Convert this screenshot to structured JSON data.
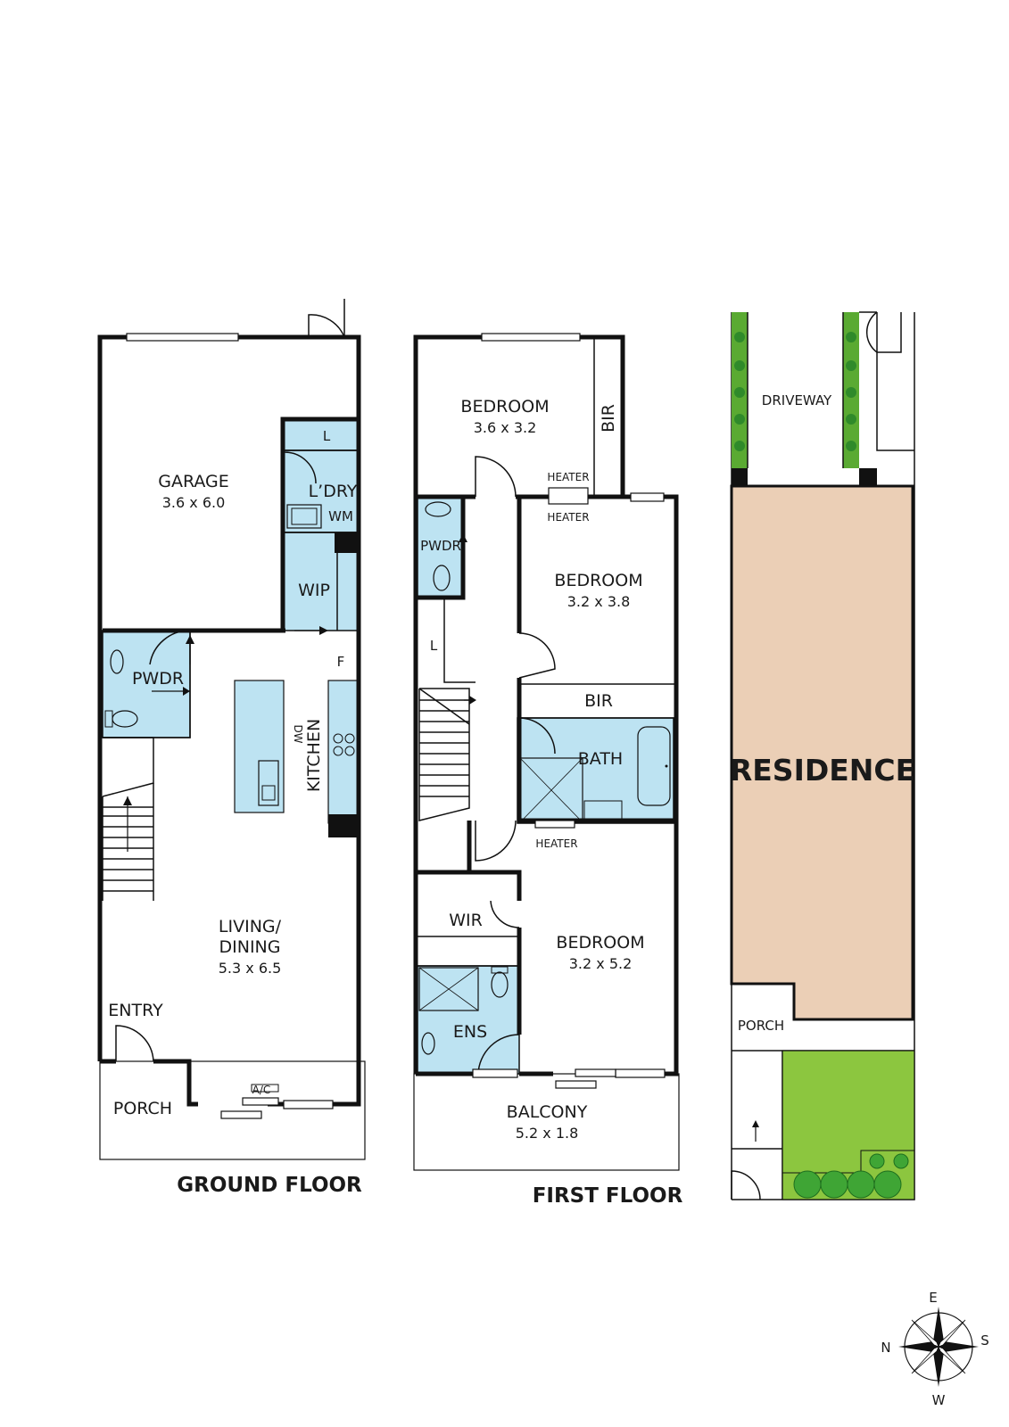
{
  "ground_floor": {
    "title": "GROUND FLOOR",
    "garage": {
      "name": "GARAGE",
      "dims": "3.6 x 6.0"
    },
    "linen": "L",
    "laundry": "L’DRY",
    "washing_machine": "WM",
    "wip": "WIP",
    "fridge": "F",
    "powder": "PWDR",
    "kitchen": "KITCHEN",
    "dishwasher": "DW",
    "living": {
      "line1": "LIVING/",
      "line2": "DINING",
      "dims": "5.3 x 6.5"
    },
    "entry": "ENTRY",
    "porch": "PORCH",
    "ac": "A/C"
  },
  "first_floor": {
    "title": "FIRST FLOOR",
    "bedroom1": {
      "name": "BEDROOM",
      "dims": "3.6 x 3.2"
    },
    "bir1": "BIR",
    "heater1": "HEATER",
    "heater2": "HEATER",
    "powder": "PWDR",
    "bedroom2": {
      "name": "BEDROOM",
      "dims": "3.2 x 3.8"
    },
    "linen": "L",
    "bir2": "BIR",
    "bath": "BATH",
    "heater3": "HEATER",
    "wir": "WIR",
    "bedroom3": {
      "name": "BEDROOM",
      "dims": "3.2 x 5.2"
    },
    "ensuite": "ENS",
    "balcony": {
      "name": "BALCONY",
      "dims": "5.2 x 1.8"
    }
  },
  "site": {
    "driveway": "DRIVEWAY",
    "residence": "RESIDENCE",
    "porch": "PORCH"
  },
  "compass": {
    "north": "N",
    "east": "E",
    "south": "S",
    "west": "W"
  },
  "colors": {
    "wet_area": "#bde3f2",
    "residence": "#ebcfb6",
    "lawn": "#8cc63f",
    "hedge": "#5aaa32",
    "wall": "#111111"
  }
}
